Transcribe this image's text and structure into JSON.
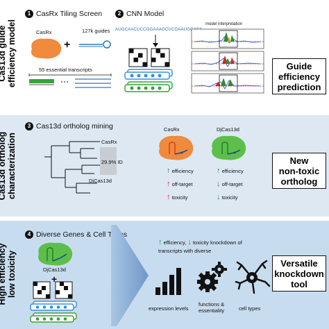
{
  "colors": {
    "panel1_bg": "#ffffff",
    "panel2_bg": "#dde8f3",
    "panel3_bg": "#c8dcef",
    "casrx": "#f08a3c",
    "djcas13d": "#5cbf4a",
    "up": "#2e8b2e",
    "down_red": "#d7261e",
    "blue_layer": "#3a8fd8",
    "green_layer": "#37a33a",
    "pct_box": "#c8cdd3"
  },
  "panel1": {
    "side_label": [
      "Cas13d guide",
      "efficiency model"
    ],
    "step1": {
      "num": "1",
      "label": "CasRx Tiling Screen"
    },
    "step2": {
      "num": "2",
      "label": "CNN Model"
    },
    "casrx": "CasRx",
    "plus": "+",
    "guides": "127k guides",
    "transcripts": "55 essential transcripts",
    "sequence": "AUGCAACUCCGGAAAGCUCGAAUGCACA",
    "model_interpretation": "model interpretation",
    "output": [
      "Guide",
      "efficiency",
      "prediction"
    ]
  },
  "panel2": {
    "side_label": [
      "Cas13d ortholog",
      "characterization"
    ],
    "step3": {
      "num": "3",
      "label": "Cas13d ortholog mining"
    },
    "tree_casrx": "CasRx",
    "tree_pct": "29.9% ID",
    "tree_djcas13d": "DjCas13d",
    "col_casrx": "CasRx",
    "col_djcas13d": "DjCas13d",
    "casrx_props": [
      {
        "dir": "up",
        "color": "up",
        "label": "efficiency"
      },
      {
        "dir": "up",
        "color": "down_red",
        "label": "off-target"
      },
      {
        "dir": "up",
        "color": "down_red",
        "label": "toxicity"
      }
    ],
    "dj_props": [
      {
        "dir": "up",
        "color": "up",
        "label": "efficiency"
      },
      {
        "dir": "down",
        "color": "up",
        "label": "off-target"
      },
      {
        "dir": "down",
        "color": "up",
        "label": "toxicity"
      }
    ],
    "output": [
      "New",
      "non-toxic",
      "ortholog"
    ]
  },
  "panel3": {
    "side_label": [
      "High efficiency",
      "low toxicity"
    ],
    "step4": {
      "num": "4",
      "label": "Diverse Genes & Cell Types"
    },
    "djcas13d": "DjCas13d",
    "plus": "+",
    "knockdown_line1_a": "efficiency,",
    "knockdown_line1_b": "toxicity knockdown of",
    "knockdown_line2": "transcripts with diverse",
    "icon_expression": "expression levels",
    "icon_functions": [
      "functions &",
      "essentiality"
    ],
    "icon_celltypes": "cell types",
    "output": [
      "Versatile",
      "knockdown",
      "tool"
    ]
  }
}
